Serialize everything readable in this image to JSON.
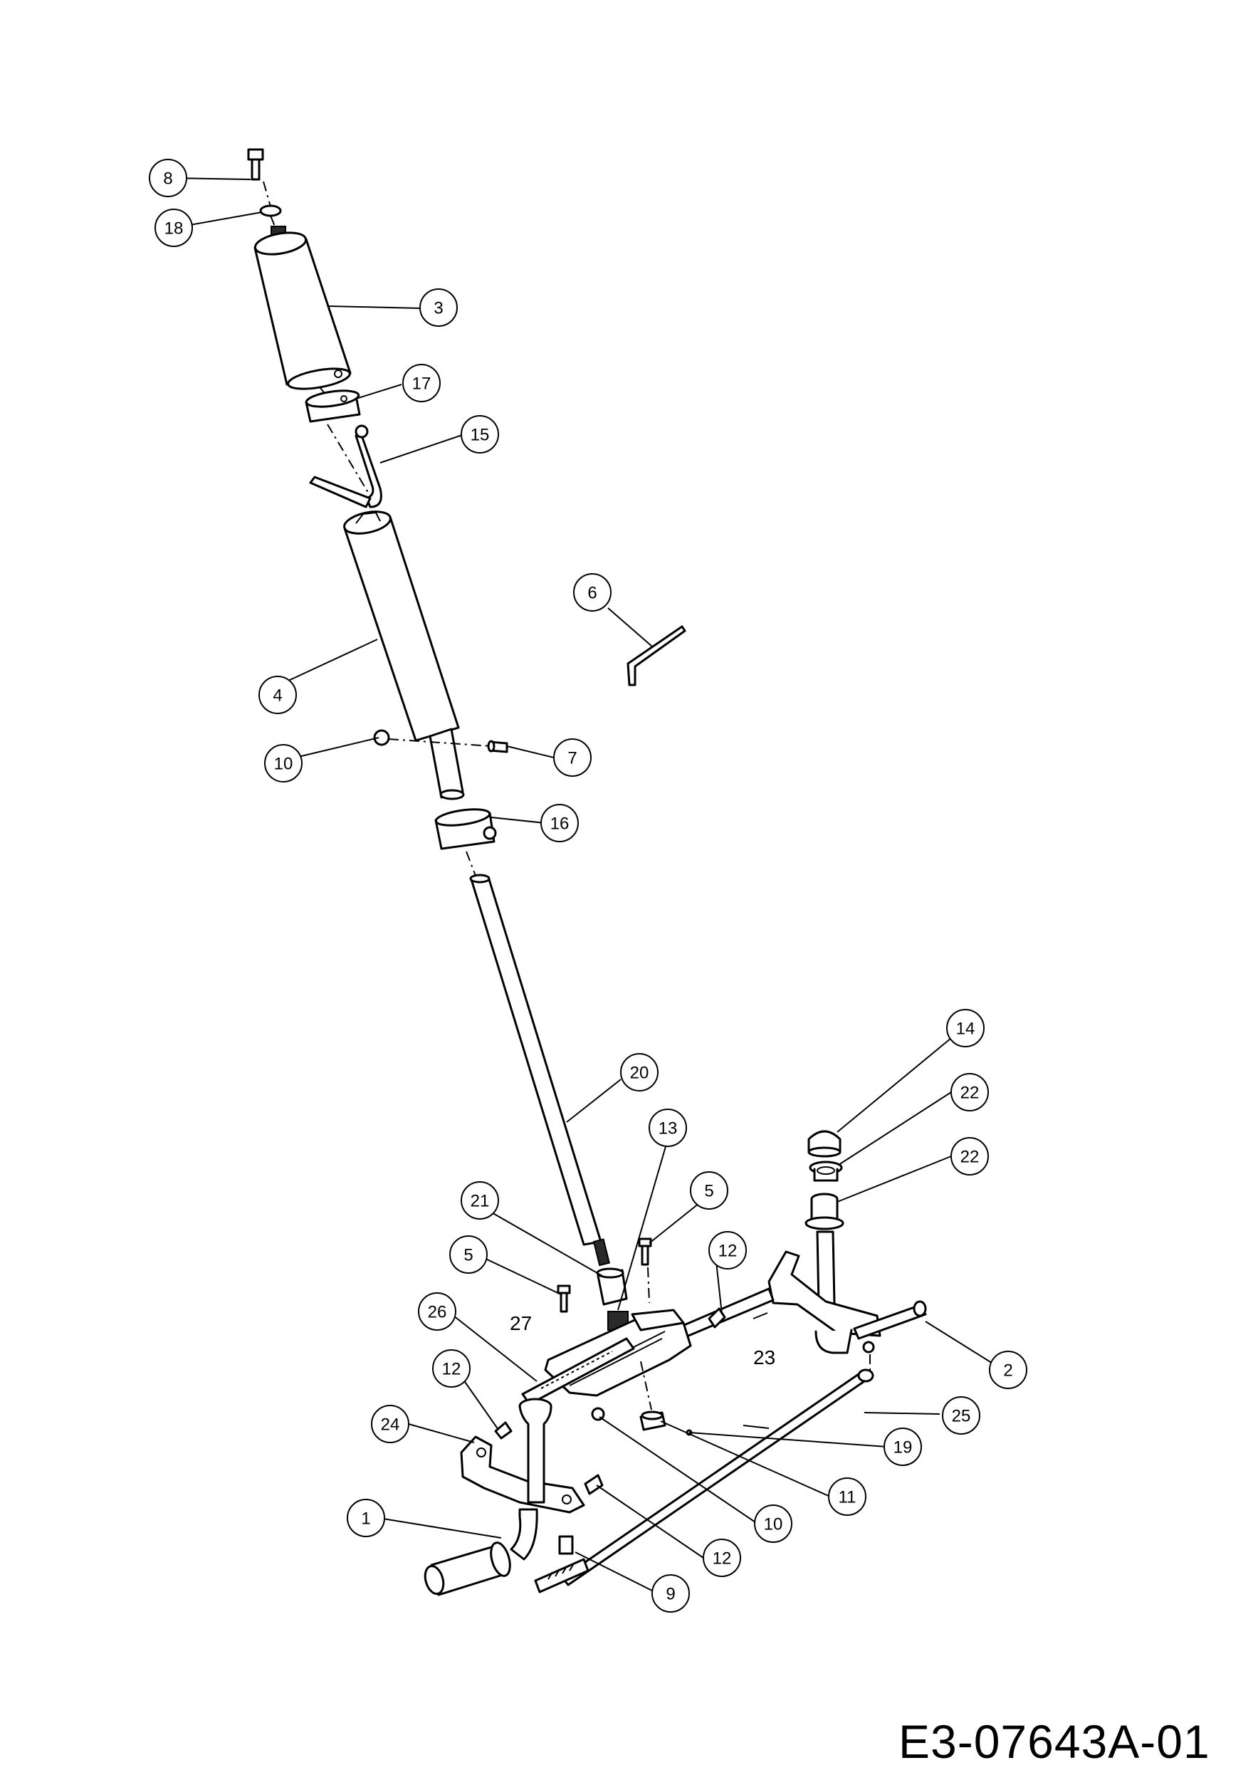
{
  "drawing_code": "E3-07643A-01",
  "parts": [
    {
      "id": "p8",
      "label": "8"
    },
    {
      "id": "p18",
      "label": "18"
    },
    {
      "id": "p3",
      "label": "3"
    },
    {
      "id": "p17",
      "label": "17"
    },
    {
      "id": "p15",
      "label": "15"
    },
    {
      "id": "p6",
      "label": "6"
    },
    {
      "id": "p4",
      "label": "4"
    },
    {
      "id": "p10a",
      "label": "10"
    },
    {
      "id": "p7",
      "label": "7"
    },
    {
      "id": "p16",
      "label": "16"
    },
    {
      "id": "p14",
      "label": "14"
    },
    {
      "id": "p20",
      "label": "20"
    },
    {
      "id": "p22a",
      "label": "22"
    },
    {
      "id": "p13",
      "label": "13"
    },
    {
      "id": "p22b",
      "label": "22"
    },
    {
      "id": "p5a",
      "label": "5"
    },
    {
      "id": "p21",
      "label": "21"
    },
    {
      "id": "p12a",
      "label": "12"
    },
    {
      "id": "p5b",
      "label": "5"
    },
    {
      "id": "p26",
      "label": "26"
    },
    {
      "id": "p2",
      "label": "2"
    },
    {
      "id": "p12b",
      "label": "12"
    },
    {
      "id": "p25",
      "label": "25"
    },
    {
      "id": "p24",
      "label": "24"
    },
    {
      "id": "p19",
      "label": "19"
    },
    {
      "id": "p11",
      "label": "11"
    },
    {
      "id": "p1",
      "label": "1"
    },
    {
      "id": "p10b",
      "label": "10"
    },
    {
      "id": "p12c",
      "label": "12"
    },
    {
      "id": "p9",
      "label": "9"
    }
  ],
  "plain_labels": [
    {
      "id": "l27",
      "label": "27"
    },
    {
      "id": "l23",
      "label": "23"
    }
  ]
}
